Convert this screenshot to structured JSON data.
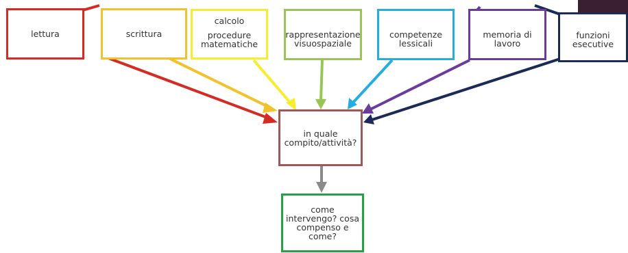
{
  "colors": {
    "lettura": "#d42b24",
    "scrittura": "#f2c22a",
    "calcolo": "#f6ee2c",
    "visuospaziale": "#98c654",
    "lessicali": "#24aee0",
    "memoria": "#6a3b9a",
    "esecutive": "#1b2a57",
    "compito": "#a1575a",
    "intervento": "#26a046",
    "arrow_down": "#8a8a8a",
    "corner": "#3a1f33"
  },
  "nodes": {
    "lettura": "lettura",
    "scrittura": "scrittura",
    "calcolo_title": "calcolo",
    "calcolo_sub": "procedure\nmatematiche",
    "visuospaziale": "rappresentazione\nvisuospaziale",
    "lessicali": "competenze\nlessicali",
    "memoria": "memoria di\nlavoro",
    "esecutive": "funzioni\nesecutive",
    "compito": "in quale\ncompito/attività?",
    "intervento": "come\nintervengo? cosa\ncompenso e\ncome?"
  }
}
